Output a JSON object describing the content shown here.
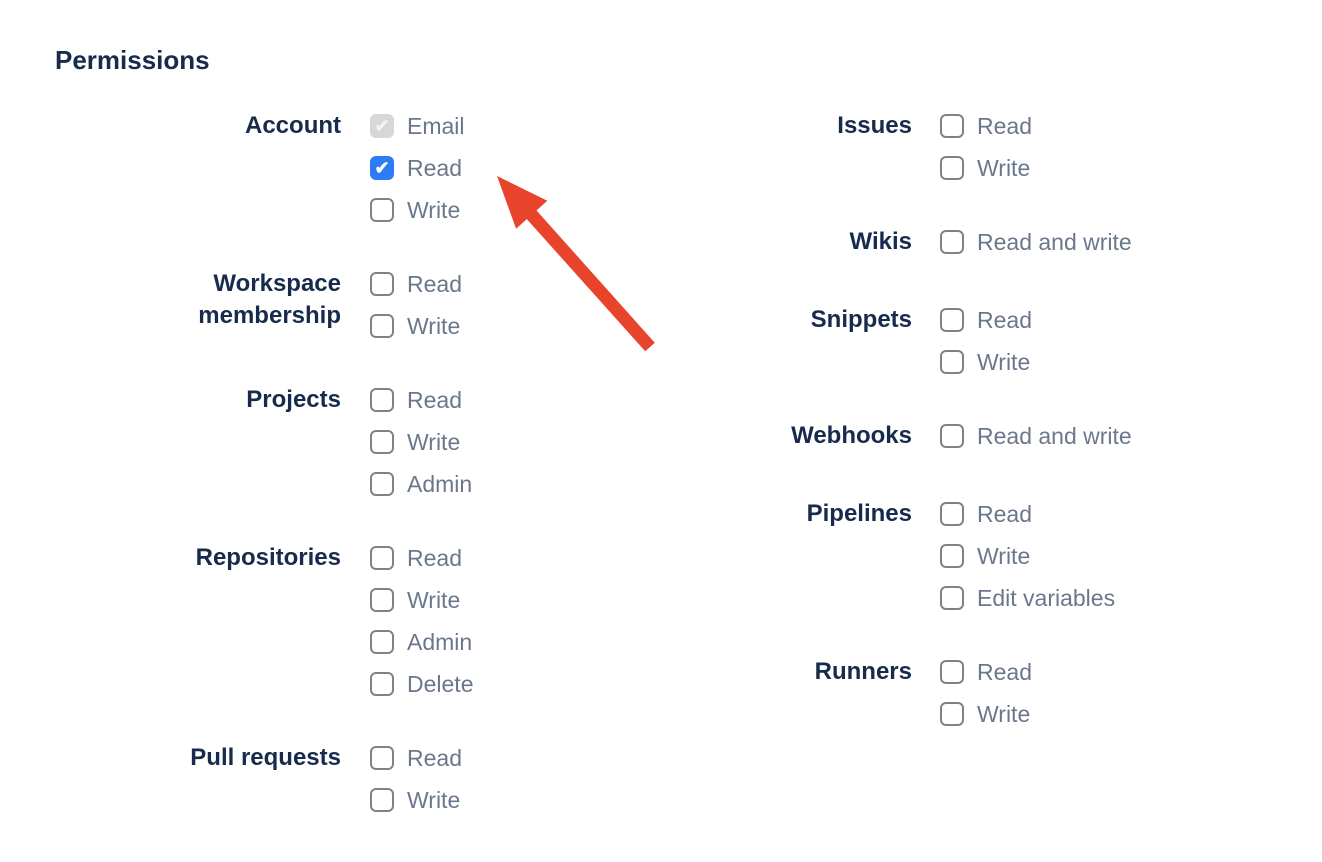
{
  "title": "Permissions",
  "colors": {
    "heading": "#172B4D",
    "group_label": "#172B4D",
    "option_label": "#6B778C",
    "checkbox_checked_bg": "#2D7BF5",
    "checkbox_disabled_bg": "#D7D7D7",
    "checkbox_disabled_check": "#F2F2F2",
    "checkbox_border": "#828282",
    "arrow": "#E8432B"
  },
  "annotation": {
    "type": "arrow",
    "color": "#E8432B",
    "points_at": "Account Read checkbox"
  },
  "columns": [
    {
      "groups": [
        {
          "label": "Account",
          "options": [
            {
              "label": "Email",
              "state": "checked-disabled"
            },
            {
              "label": "Read",
              "state": "checked"
            },
            {
              "label": "Write",
              "state": "unchecked"
            }
          ]
        },
        {
          "label": "Workspace membership",
          "options": [
            {
              "label": "Read",
              "state": "unchecked"
            },
            {
              "label": "Write",
              "state": "unchecked"
            }
          ]
        },
        {
          "label": "Projects",
          "options": [
            {
              "label": "Read",
              "state": "unchecked"
            },
            {
              "label": "Write",
              "state": "unchecked"
            },
            {
              "label": "Admin",
              "state": "unchecked"
            }
          ]
        },
        {
          "label": "Repositories",
          "options": [
            {
              "label": "Read",
              "state": "unchecked"
            },
            {
              "label": "Write",
              "state": "unchecked"
            },
            {
              "label": "Admin",
              "state": "unchecked"
            },
            {
              "label": "Delete",
              "state": "unchecked"
            }
          ]
        },
        {
          "label": "Pull requests",
          "options": [
            {
              "label": "Read",
              "state": "unchecked"
            },
            {
              "label": "Write",
              "state": "unchecked"
            }
          ]
        }
      ]
    },
    {
      "groups": [
        {
          "label": "Issues",
          "options": [
            {
              "label": "Read",
              "state": "unchecked"
            },
            {
              "label": "Write",
              "state": "unchecked"
            }
          ]
        },
        {
          "label": "Wikis",
          "options": [
            {
              "label": "Read and write",
              "state": "unchecked"
            }
          ]
        },
        {
          "label": "Snippets",
          "options": [
            {
              "label": "Read",
              "state": "unchecked"
            },
            {
              "label": "Write",
              "state": "unchecked"
            }
          ]
        },
        {
          "label": "Webhooks",
          "options": [
            {
              "label": "Read and write",
              "state": "unchecked"
            }
          ]
        },
        {
          "label": "Pipelines",
          "options": [
            {
              "label": "Read",
              "state": "unchecked"
            },
            {
              "label": "Write",
              "state": "unchecked"
            },
            {
              "label": "Edit variables",
              "state": "unchecked"
            }
          ]
        },
        {
          "label": "Runners",
          "options": [
            {
              "label": "Read",
              "state": "unchecked"
            },
            {
              "label": "Write",
              "state": "unchecked"
            }
          ]
        }
      ]
    }
  ]
}
